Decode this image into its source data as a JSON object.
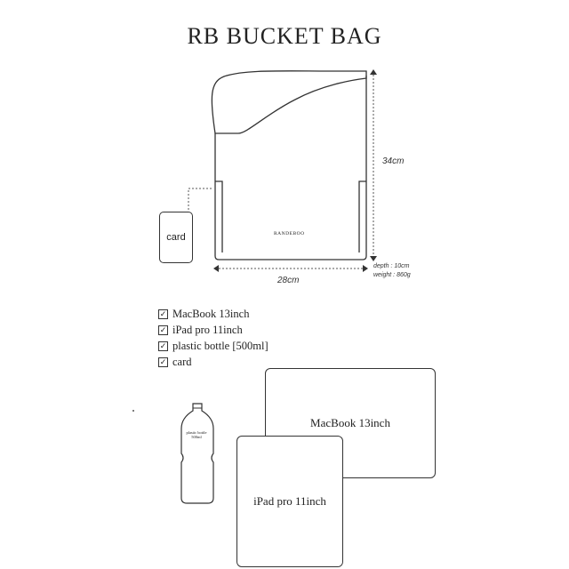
{
  "title": "RB BUCKET BAG",
  "bag": {
    "brand": "RANDEBOO",
    "height": "34cm",
    "width": "28cm",
    "depth": "depth : 10cm",
    "weight": "weight : 860g"
  },
  "card_label": "card",
  "checklist": [
    {
      "label": "MacBook 13inch",
      "checked": true
    },
    {
      "label": "iPad pro 11inch",
      "checked": true
    },
    {
      "label": "plastic bottle [500ml]",
      "checked": true
    },
    {
      "label": "card",
      "checked": true
    }
  ],
  "devices": {
    "macbook": "MacBook 13inch",
    "ipad": "iPad pro 11inch"
  },
  "bottle_label": "plastic bottle 500ml",
  "colors": {
    "line": "#333333",
    "background": "#ffffff"
  }
}
